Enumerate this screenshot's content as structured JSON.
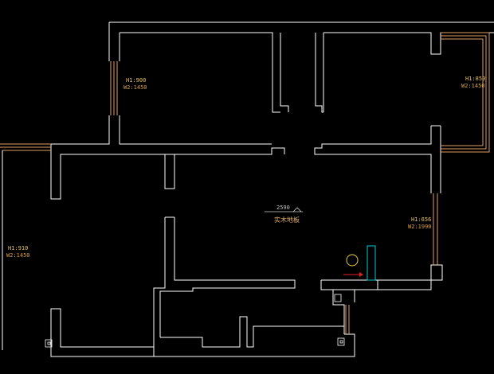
{
  "colors": {
    "background": "#000000",
    "wall": "#ffffff",
    "window": "#e0a060",
    "label_h": "#e8c060",
    "label_w": "#d8a040",
    "dimension": "#d0d0d0",
    "dim_text": "#c0c0c0",
    "floor_label": "#e0b070",
    "cyan_fixture": "#00c8d0",
    "yellow_fixture": "#e8d040",
    "red_arrow": "#e02020"
  },
  "windows": {
    "bedroom_left": {
      "h": "H1:900",
      "w": "W2:1450"
    },
    "bedroom_right": {
      "h": "H1:850",
      "w": "W2:1450"
    },
    "living_room": {
      "h": "H1:910",
      "w": "W2:1450"
    },
    "balcony_door": {
      "h": "H1:656",
      "w": "W2:1990"
    }
  },
  "dimension": {
    "value": "2590"
  },
  "floor_label": "实木地板",
  "icons": {
    "circle_fixture": "circle-fixture-icon",
    "entry_arrow": "entry-arrow-icon",
    "cyan_fixture": "cabinet-fixture-icon",
    "pipe": "pipe-shaft-icon"
  }
}
